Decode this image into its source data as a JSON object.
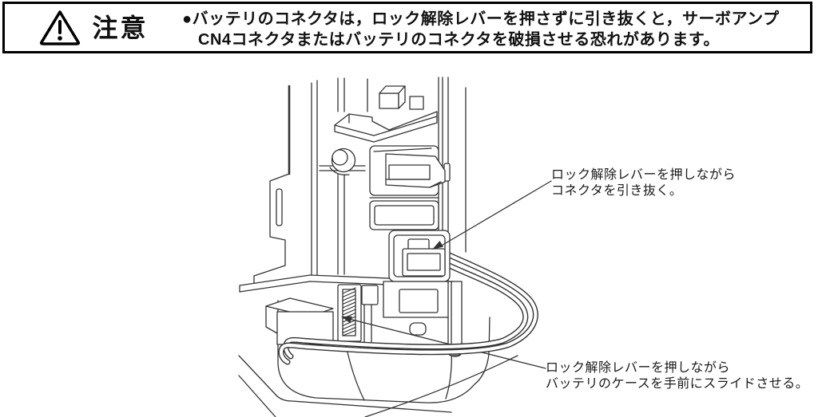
{
  "caution": {
    "icon": "warning-triangle-icon",
    "label": "注意",
    "line1": "●バッテリのコネクタは，ロック解除レバーを押さずに引き抜くと，サーボアンプ",
    "line2": "CN4コネクタまたはバッテリのコネクタを破損させる恐れがあります。"
  },
  "diagram": {
    "callout_top": {
      "line1": "ロック解除レバーを押しながら",
      "line2": "コネクタを引き抜く。"
    },
    "callout_bottom": {
      "line1": "ロック解除レバーを押しながら",
      "line2": "バッテリのケースを手前にスライドさせる。"
    }
  },
  "colors": {
    "border": "#000000",
    "text": "#1a1a1a",
    "line_art": "#333333",
    "background": "#ffffff"
  }
}
